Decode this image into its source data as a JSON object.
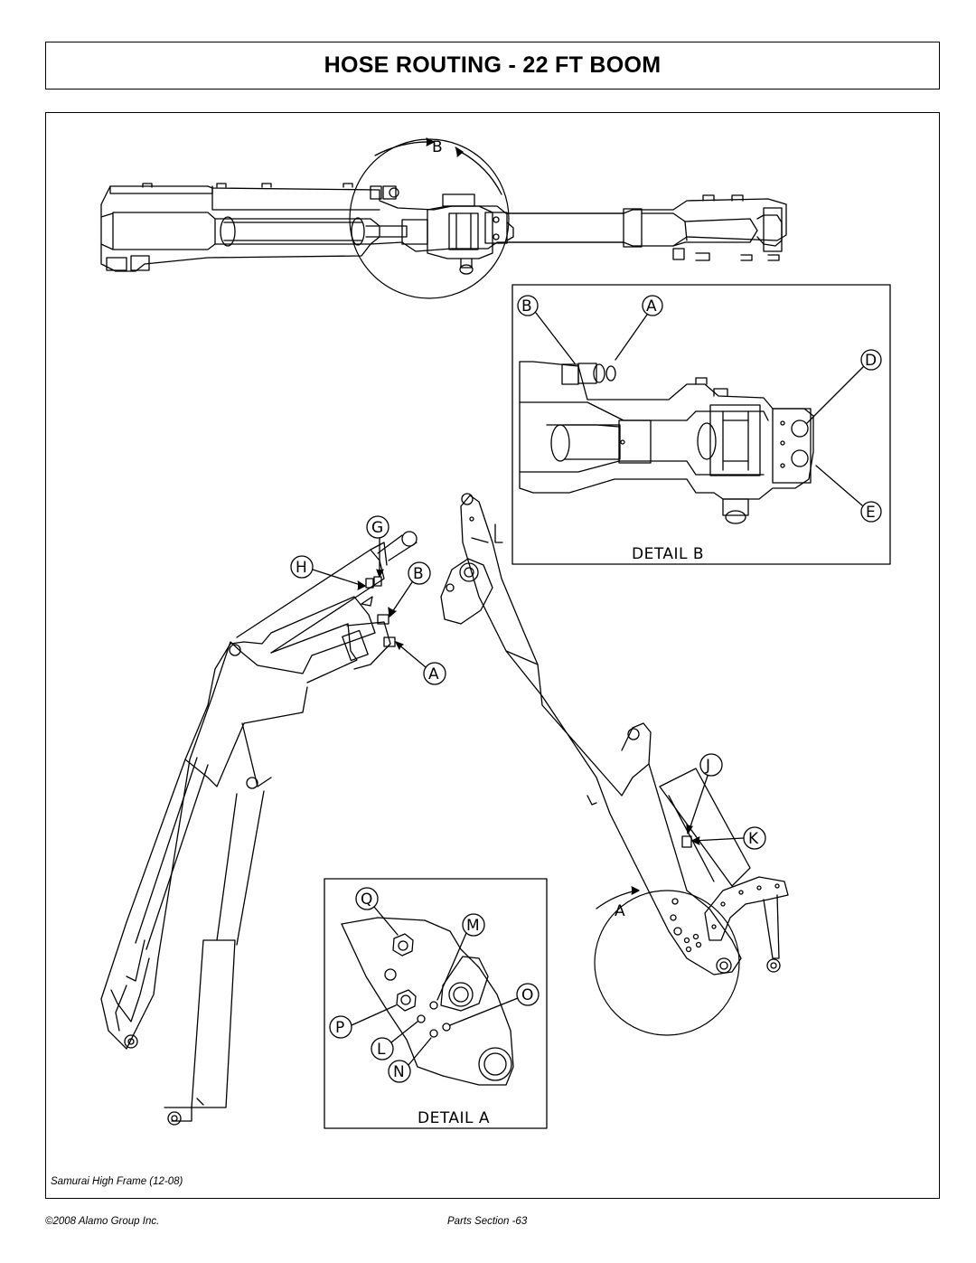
{
  "title": "HOSE ROUTING - 22 FT BOOM",
  "detail_b": {
    "title": "DETAIL B",
    "callouts": [
      "B",
      "A",
      "D",
      "E"
    ]
  },
  "detail_a": {
    "title": "DETAIL A",
    "callouts": [
      "Q",
      "M",
      "O",
      "P",
      "L",
      "N"
    ]
  },
  "view_markers": {
    "top": "B",
    "bottom": "A"
  },
  "main_callouts": [
    "G",
    "H",
    "B",
    "A",
    "J",
    "K"
  ],
  "footer": {
    "subtitle": "Samurai High Frame (12-08)",
    "copyright": "©2008 Alamo Group Inc.",
    "page": "Parts Section -63"
  }
}
